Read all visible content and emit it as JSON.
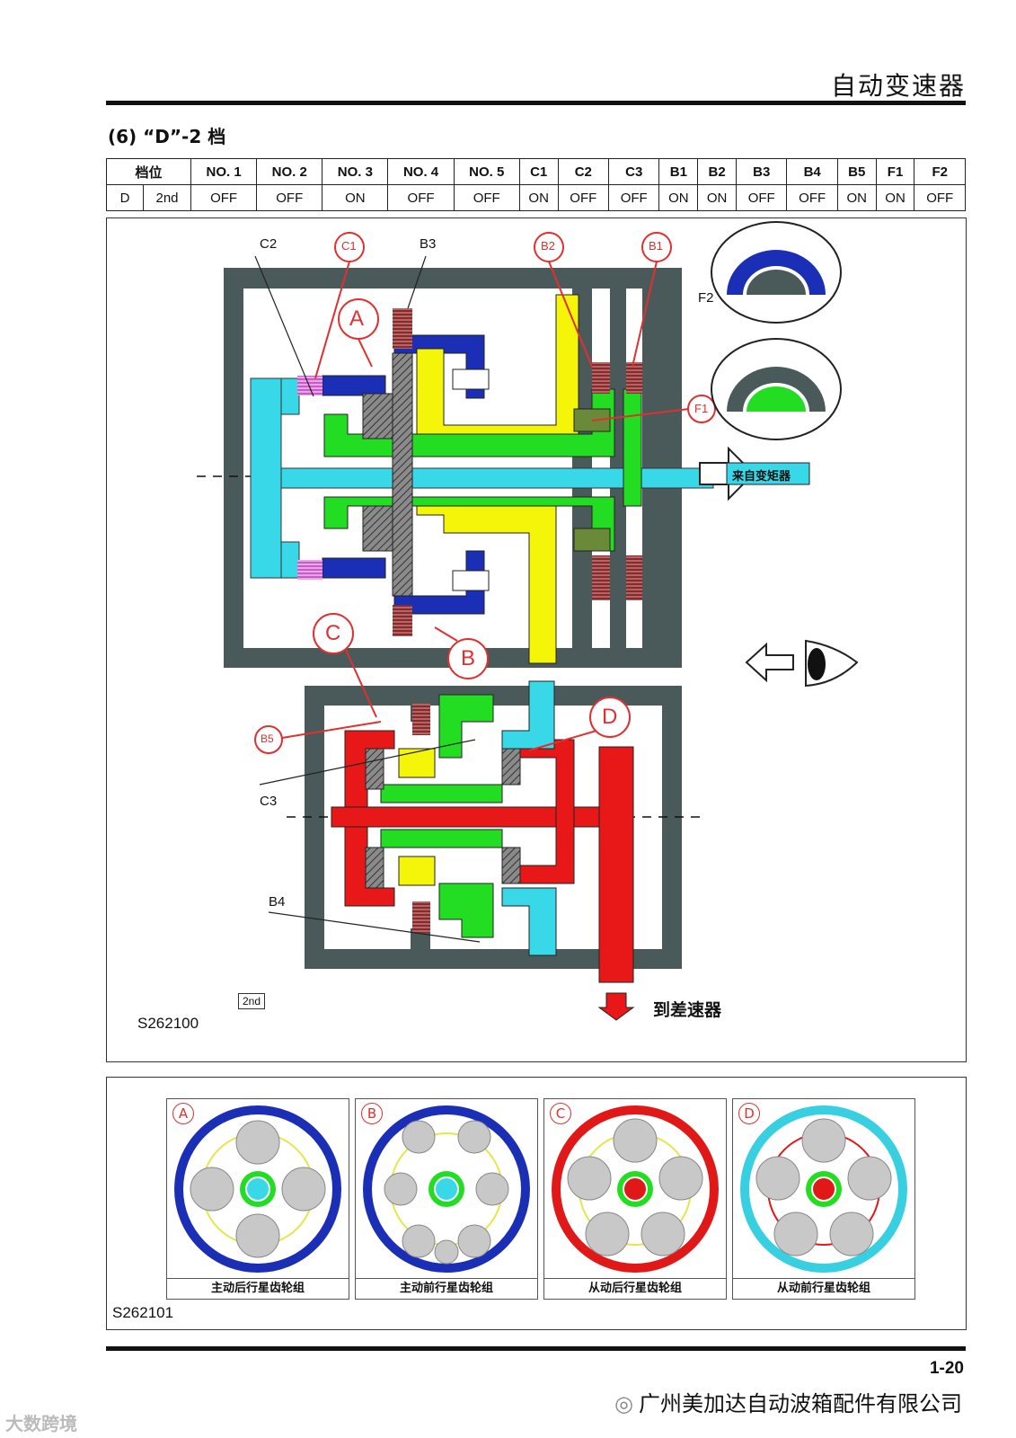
{
  "header": {
    "title": "自动变速器"
  },
  "section": {
    "title": "(6) “D”-2 档"
  },
  "table": {
    "headers": [
      "档位",
      "NO. 1",
      "NO. 2",
      "NO. 3",
      "NO. 4",
      "NO. 5",
      "C1",
      "C2",
      "C3",
      "B1",
      "B2",
      "B3",
      "B4",
      "B5",
      "F1",
      "F2"
    ],
    "row": [
      "D",
      "2nd",
      "OFF",
      "OFF",
      "ON",
      "OFF",
      "OFF",
      "ON",
      "OFF",
      "OFF",
      "ON",
      "ON",
      "OFF",
      "OFF",
      "ON",
      "ON",
      "OFF"
    ]
  },
  "diagram": {
    "labels": {
      "c2": "C2",
      "c1": "C1",
      "b3": "B3",
      "b2": "B2",
      "b1": "B1",
      "f2": "F2",
      "f1": "F1",
      "a": "A",
      "b": "B",
      "c": "C",
      "d": "D",
      "b5": "B5",
      "c3": "C3",
      "b4": "B4"
    },
    "input": "来自变矩器",
    "output": "到差速器",
    "code": "S262100",
    "gear_tag": "2nd"
  },
  "cards": {
    "code": "S262101",
    "items": [
      {
        "letter": "A",
        "caption": "主动后行星齿轮组",
        "ring": "#1a2fb5",
        "sun": "#38d8e8"
      },
      {
        "letter": "B",
        "caption": "主动前行星齿轮组",
        "ring": "#1a2fb5",
        "sun": "#38d8e8"
      },
      {
        "letter": "C",
        "caption": "从动后行星齿轮组",
        "ring": "#e01818",
        "sun": "#e01818"
      },
      {
        "letter": "D",
        "caption": "从动前行星齿轮组",
        "ring": "#38d0e0",
        "sun": "#e01818"
      }
    ]
  },
  "footer": {
    "page": "1-20",
    "company": "广州美加达自动波箱配件有限公司",
    "watermark": "大数跨境"
  },
  "colors": {
    "blue": "#1a2fb5",
    "cyan": "#38d8e8",
    "yellow": "#f5f50a",
    "green": "#22dd22",
    "red": "#e81818",
    "gray": "#4a5a5a",
    "callout": "#e03030"
  }
}
